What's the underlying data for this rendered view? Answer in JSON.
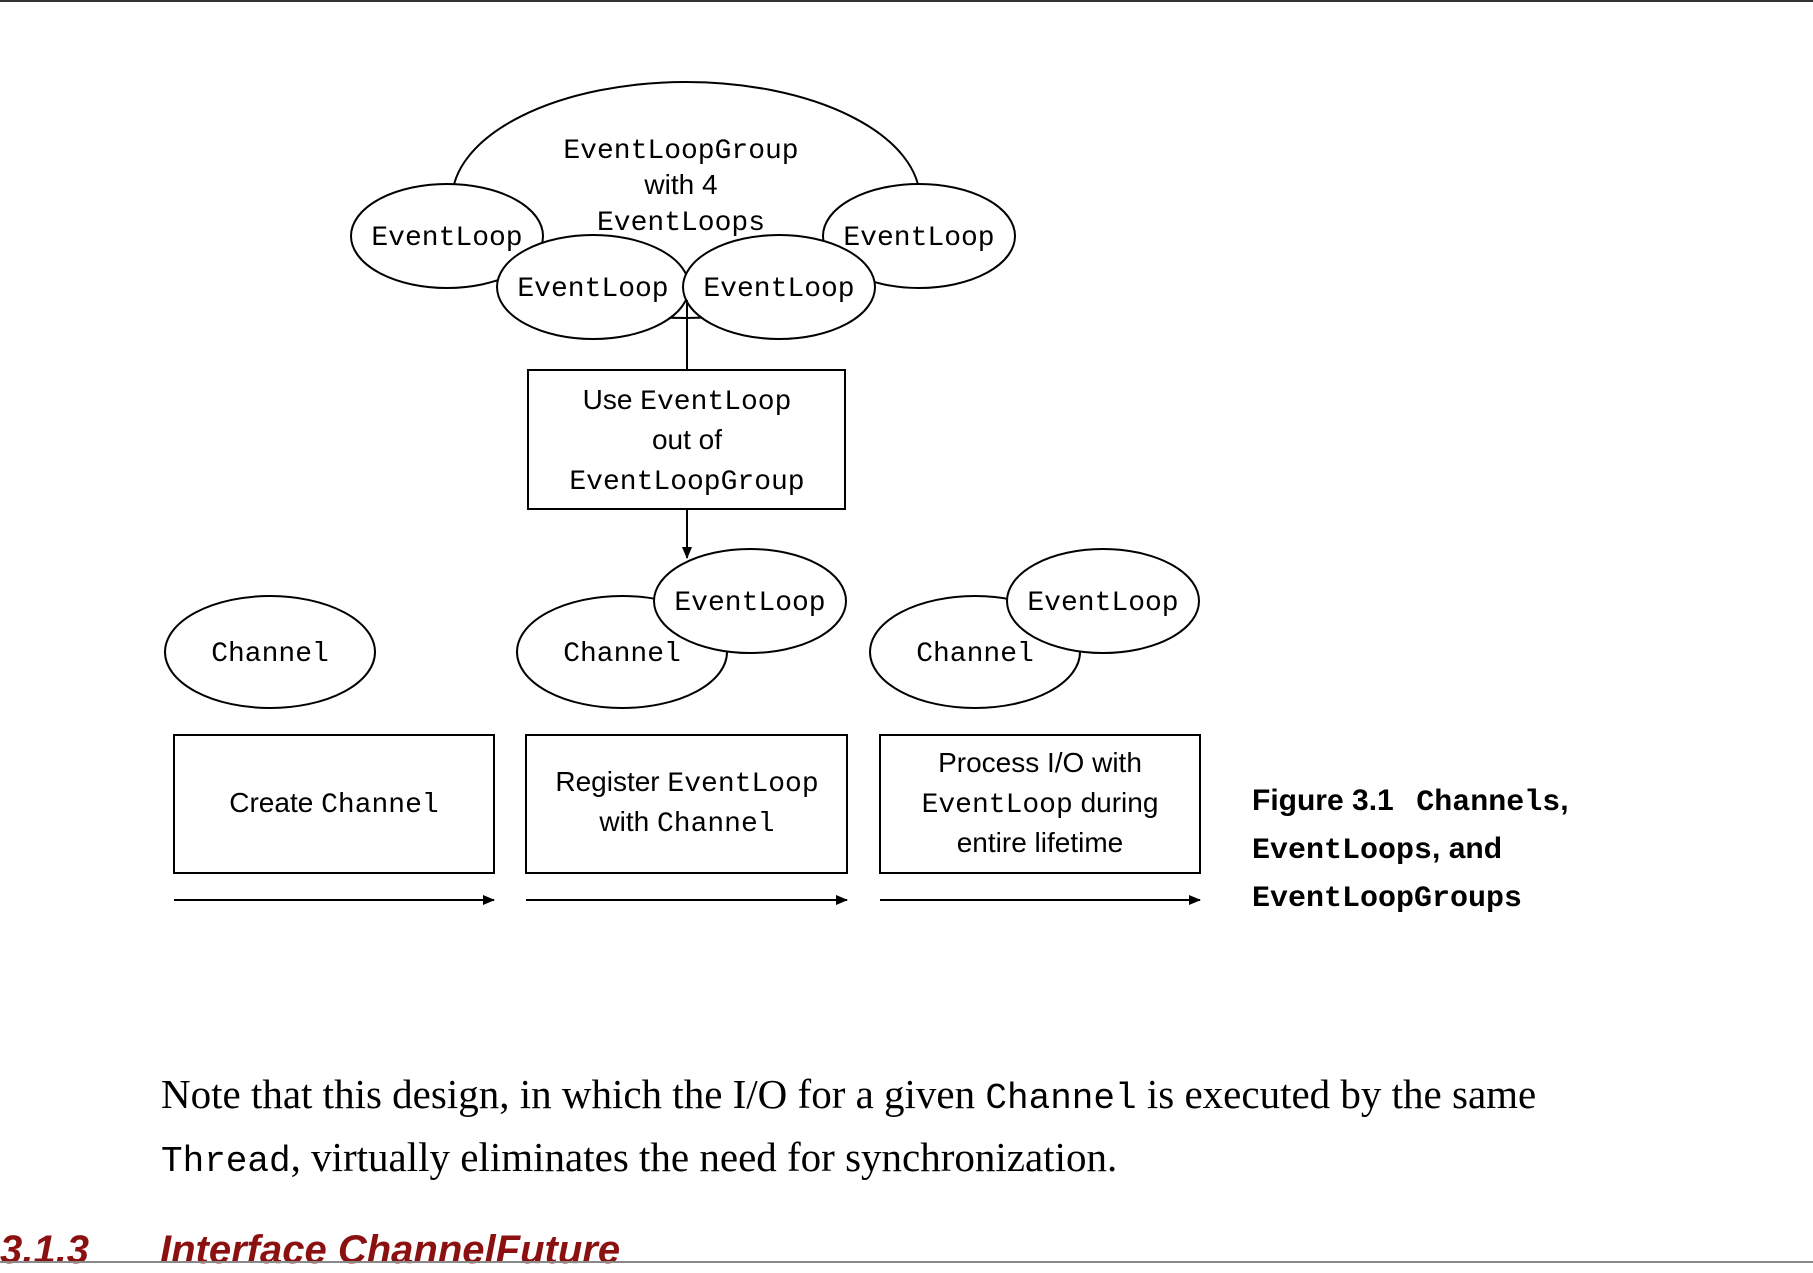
{
  "diagram": {
    "group": {
      "line1": "EventLoopGroup",
      "line2": "with 4",
      "line3": "EventLoops"
    },
    "eventloops_top": [
      "EventLoop",
      "EventLoop",
      "EventLoop",
      "EventLoop"
    ],
    "use_box": {
      "line1_sans": "Use ",
      "line1_mono": "EventLoop",
      "line2": "out of",
      "line3": "EventLoopGroup"
    },
    "channels": [
      "Channel",
      "Channel",
      "Channel"
    ],
    "attached_eventloops": [
      "EventLoop",
      "EventLoop"
    ],
    "steps": [
      {
        "sans_a": "Create ",
        "mono_a": "Channel"
      },
      {
        "sans_a": "Register ",
        "mono_a": "EventLoop",
        "sans_b": "with ",
        "mono_b": "Channel"
      },
      {
        "line1": "Process I/O with",
        "mono_a": "EventLoop",
        "sans_b": " during",
        "line3": "entire lifetime"
      }
    ]
  },
  "caption": {
    "label": "Figure 3.1",
    "t1": "Channels",
    "t1_punct": ",",
    "t2": "EventLoops",
    "t2_punct": ", and",
    "t3": "EventLoopGroups"
  },
  "paragraph": {
    "p1": "Note that this design, in which the I/O for a given ",
    "code1": "Channel",
    "p2": " is executed by the same",
    "code2": "Thread",
    "p3": ", virtually eliminates the need for synchronization."
  },
  "section": {
    "number": "3.1.3",
    "title": "Interface ChannelFuture"
  }
}
